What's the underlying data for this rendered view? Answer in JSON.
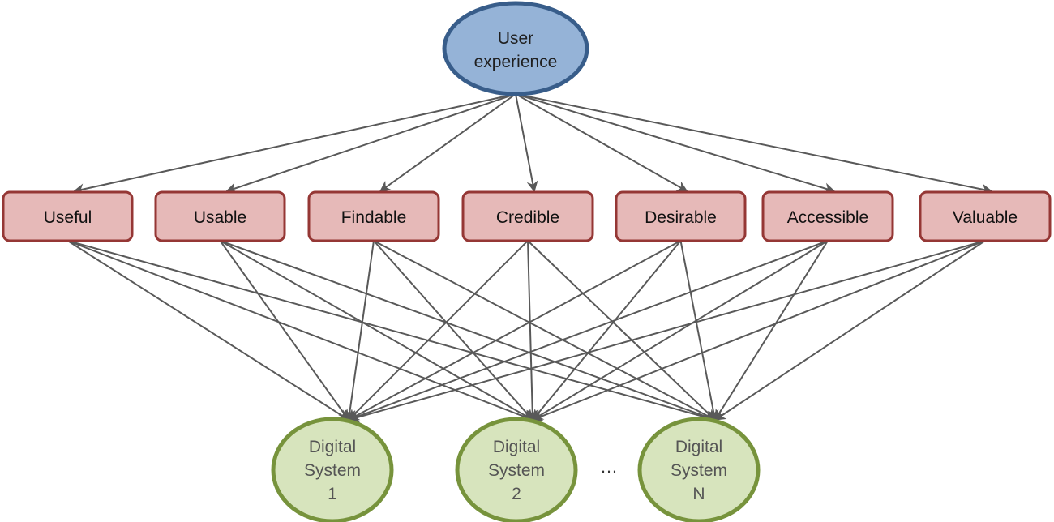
{
  "root": {
    "lines": [
      "User",
      "experience"
    ]
  },
  "qualities": [
    "Useful",
    "Usable",
    "Findable",
    "Credible",
    "Desirable",
    "Accessible",
    "Valuable"
  ],
  "systems": [
    {
      "lines": [
        "Digital",
        "System",
        "1"
      ]
    },
    {
      "lines": [
        "Digital",
        "System",
        "2"
      ]
    },
    {
      "lines": [
        "Digital",
        "System",
        "N"
      ]
    }
  ],
  "ellipsis": "…",
  "colors": {
    "root_fill": "#95B3D7",
    "root_stroke": "#385D8A",
    "quality_fill": "#E6B9B8",
    "quality_stroke": "#953735",
    "system_fill": "#D7E4BD",
    "system_stroke": "#77933C",
    "edge": "#595959"
  }
}
